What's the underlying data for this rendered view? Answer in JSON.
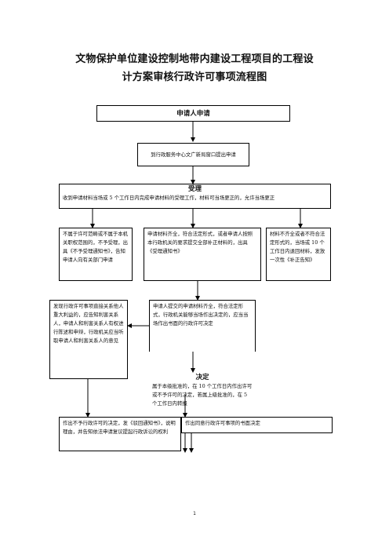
{
  "title_line1": "文物保护单位建设控制地带内建设工程项目的工程设",
  "title_line2": "计方案审核行政许可事项流程图",
  "apply": "申请人申请",
  "submit": "到行政服务中心文广新局窗口提出申请",
  "accept_head": "受理",
  "accept_body": "收到申请材料当场或 5 个工作日内完成申请材料的受理工作，材料可当场更正的，允许当场更正",
  "branch_left": "不属于许可范畴或不属于本机关职权范围的，不予受理，出具《不予受理通知书》，告知申请人向有关部门申请",
  "branch_mid": "申请材料齐全，符合法定形式，或者申请人按照本行政机关的要求提交全部补正材料的，出具《受理通知书》",
  "branch_right": "材料不齐全或者不符合法定形式的，当场或 10 个工作日内退回材料，发放一次性《补正告知》",
  "hearing": "发现行政许可事项直接关系他人重大利益的，应告知利害关系人，申请人和利害关系人有权进行陈述和申辩，行政机关应当听取申请人和利害关系人的意见",
  "onsite": "申请人提交的申请材料齐全，符合法定形式，行政机关能够当场作出决定的，应当当场作出书面的行政许可决定",
  "decide_head": "决定",
  "decide_body": "属于本级批准的，在 10 个工作日内作出许可或不予许可的决定，若属上级批准的，在 5 个工作日内转报",
  "deny": "作出不予行政许可的决定，发《驳回通知书》，说明理由，并告知依法申请复议提起行政诉讼的权利",
  "grant": "作出同意行政许可事项的书面决定",
  "page_number": "1"
}
